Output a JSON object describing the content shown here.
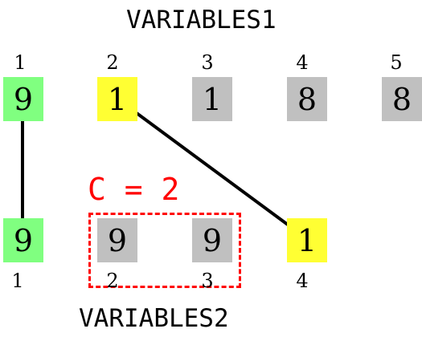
{
  "variables1": {
    "title": "VARIABLES1",
    "items": [
      {
        "index": "1",
        "value": "9",
        "color": "#80ff80"
      },
      {
        "index": "2",
        "value": "1",
        "color": "#ffff33"
      },
      {
        "index": "3",
        "value": "1",
        "color": "#c0c0c0"
      },
      {
        "index": "4",
        "value": "8",
        "color": "#c0c0c0"
      },
      {
        "index": "5",
        "value": "8",
        "color": "#c0c0c0"
      }
    ]
  },
  "variables2": {
    "title": "VARIABLES2",
    "items": [
      {
        "index": "1",
        "value": "9",
        "color": "#80ff80"
      },
      {
        "index": "2",
        "value": "9",
        "color": "#c0c0c0"
      },
      {
        "index": "3",
        "value": "9",
        "color": "#c0c0c0"
      },
      {
        "index": "4",
        "value": "1",
        "color": "#ffff33"
      }
    ]
  },
  "constraint": {
    "label": "C = 2",
    "color": "#ff0000"
  }
}
